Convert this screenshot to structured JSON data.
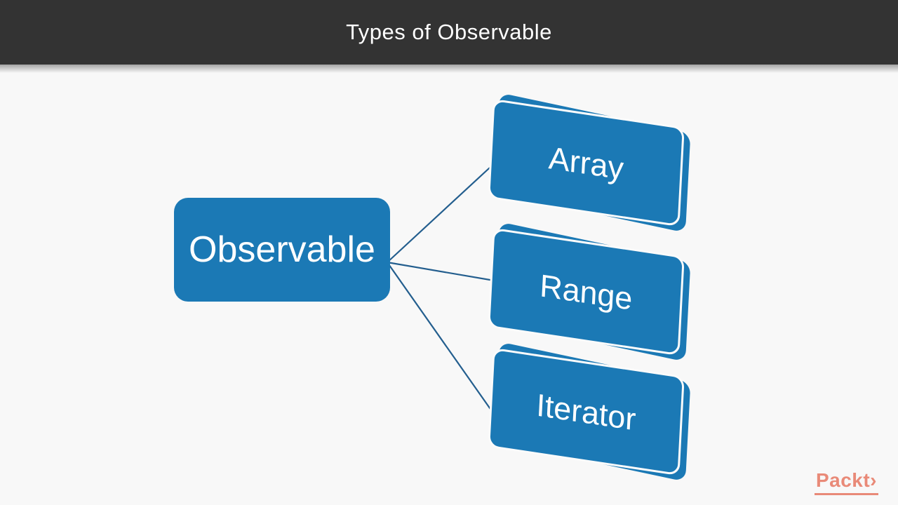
{
  "header": {
    "title": "Types of Observable"
  },
  "diagram": {
    "root": {
      "label": "Observable"
    },
    "children": [
      {
        "label": "Array"
      },
      {
        "label": "Range"
      },
      {
        "label": "Iterator"
      }
    ],
    "colors": {
      "box_fill": "#1b79b5",
      "box_separator": "#fbfbfb",
      "connector": "#235e8e",
      "header_bg": "#333333",
      "header_text": "#ffffff",
      "background": "#f8f8f8"
    }
  },
  "footer": {
    "brand": "Packt›",
    "brand_color": "#e98a78"
  }
}
